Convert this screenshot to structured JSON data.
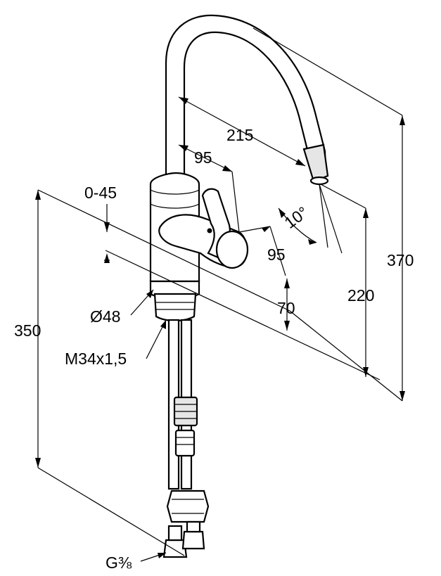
{
  "dimensions": {
    "spout_reach": "215",
    "lever_offset_top": "95",
    "lever_angle": "0-45",
    "lever_offset_side": "95",
    "body_height": "70",
    "outlet_height": "220",
    "total_height": "370",
    "below_deck_length": "350",
    "base_diameter": "Ø48",
    "thread": "M34x1,5",
    "connection": "G⅜",
    "spray_angle": "10°"
  }
}
